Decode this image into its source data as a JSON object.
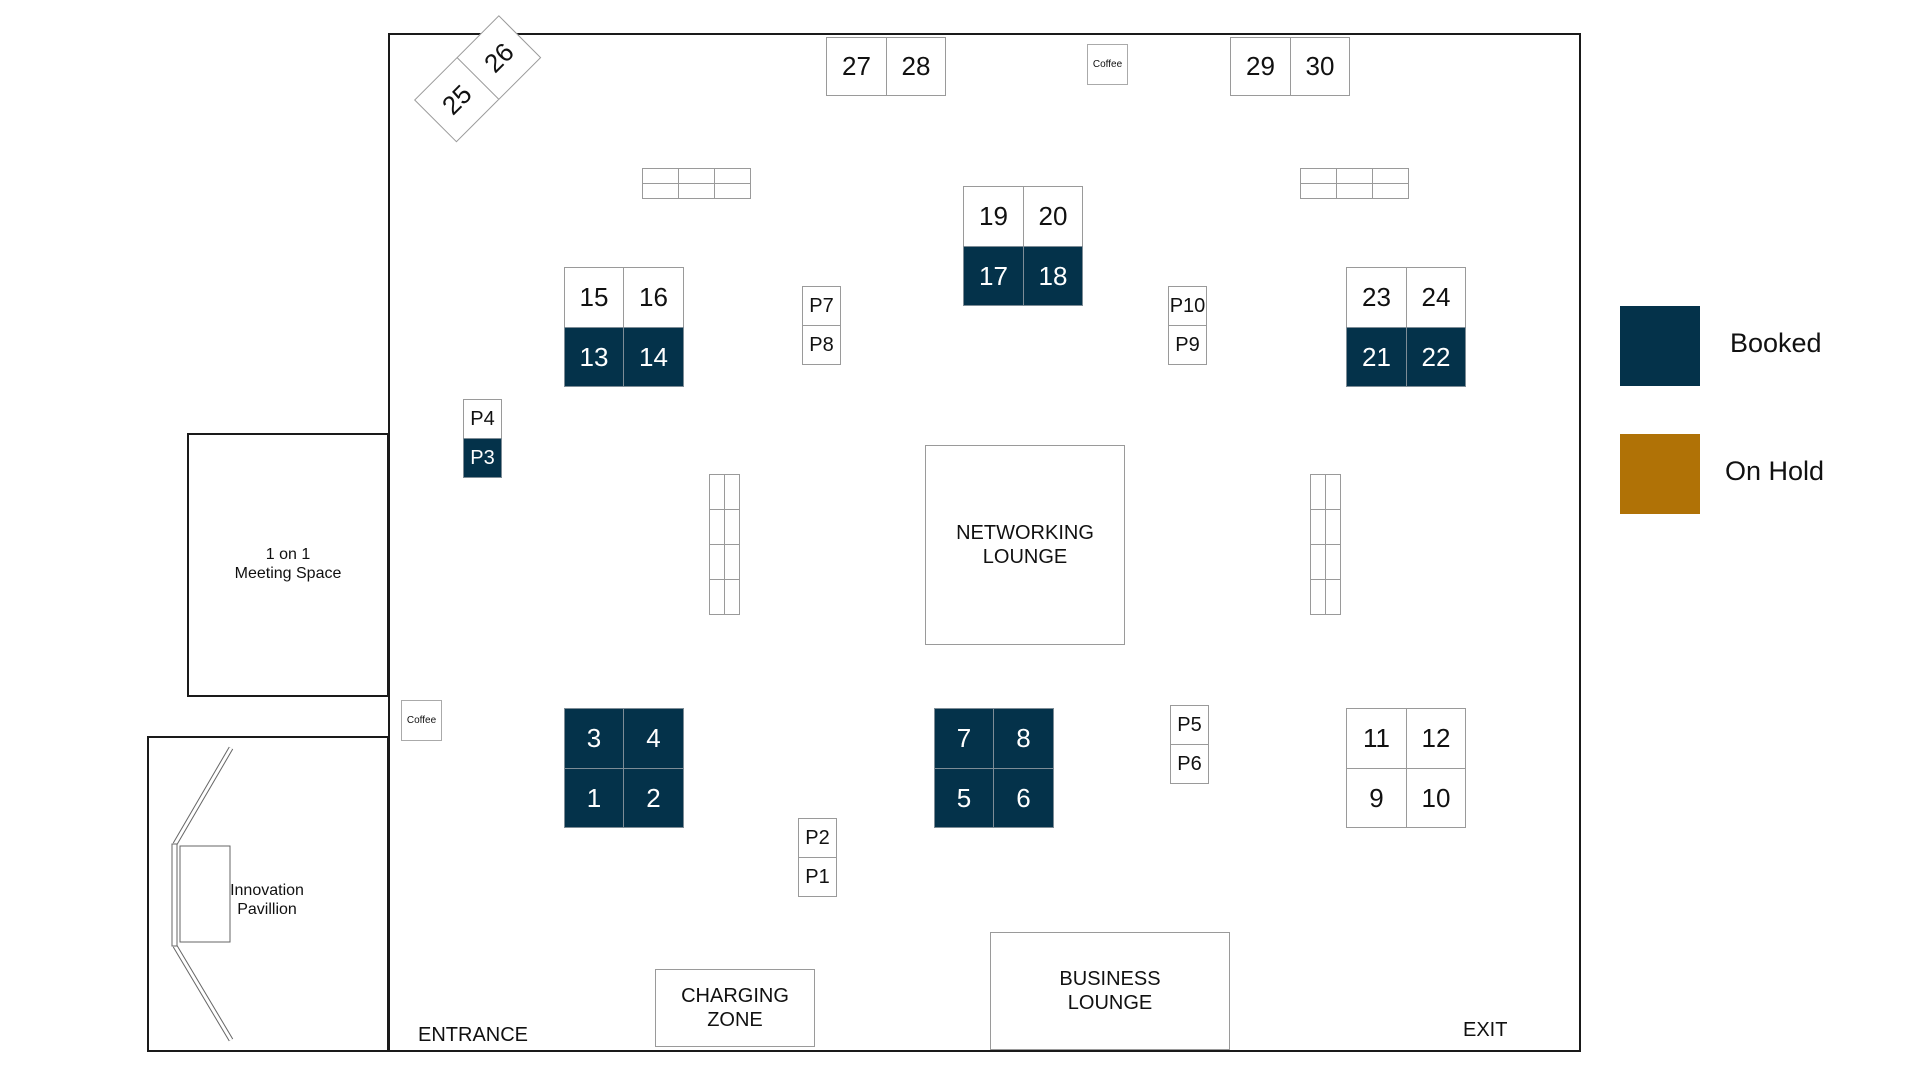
{
  "legend": [
    {
      "label": "Booked",
      "color": "#04324a"
    },
    {
      "label": "On Hold",
      "color": "#b07206"
    }
  ],
  "areas": {
    "networking_lounge": "NETWORKING\nLOUNGE",
    "business_lounge": "BUSINESS\nLOUNGE",
    "charging_zone": "CHARGING\nZONE",
    "meeting_space": "1 on 1\nMeeting Space",
    "innovation_pavilion": "Innovation\nPavillion",
    "entrance": "ENTRANCE",
    "exit": "EXIT",
    "coffee": "Coffee"
  },
  "booths": [
    {
      "id": "1",
      "status": "booked"
    },
    {
      "id": "2",
      "status": "booked"
    },
    {
      "id": "3",
      "status": "booked"
    },
    {
      "id": "4",
      "status": "booked"
    },
    {
      "id": "5",
      "status": "booked"
    },
    {
      "id": "6",
      "status": "booked"
    },
    {
      "id": "7",
      "status": "booked"
    },
    {
      "id": "8",
      "status": "booked"
    },
    {
      "id": "9",
      "status": "available"
    },
    {
      "id": "10",
      "status": "available"
    },
    {
      "id": "11",
      "status": "available"
    },
    {
      "id": "12",
      "status": "available"
    },
    {
      "id": "13",
      "status": "booked"
    },
    {
      "id": "14",
      "status": "booked"
    },
    {
      "id": "15",
      "status": "available"
    },
    {
      "id": "16",
      "status": "available"
    },
    {
      "id": "17",
      "status": "booked"
    },
    {
      "id": "18",
      "status": "booked"
    },
    {
      "id": "19",
      "status": "available"
    },
    {
      "id": "20",
      "status": "available"
    },
    {
      "id": "21",
      "status": "booked"
    },
    {
      "id": "22",
      "status": "booked"
    },
    {
      "id": "23",
      "status": "available"
    },
    {
      "id": "24",
      "status": "available"
    },
    {
      "id": "25",
      "status": "available"
    },
    {
      "id": "26",
      "status": "available"
    },
    {
      "id": "27",
      "status": "available"
    },
    {
      "id": "28",
      "status": "available"
    },
    {
      "id": "29",
      "status": "available"
    },
    {
      "id": "30",
      "status": "available"
    }
  ],
  "pods": [
    {
      "id": "P1",
      "status": "available"
    },
    {
      "id": "P2",
      "status": "available"
    },
    {
      "id": "P3",
      "status": "booked"
    },
    {
      "id": "P4",
      "status": "available"
    },
    {
      "id": "P5",
      "status": "available"
    },
    {
      "id": "P6",
      "status": "available"
    },
    {
      "id": "P7",
      "status": "available"
    },
    {
      "id": "P8",
      "status": "available"
    },
    {
      "id": "P9",
      "status": "available"
    },
    {
      "id": "P10",
      "status": "available"
    }
  ]
}
